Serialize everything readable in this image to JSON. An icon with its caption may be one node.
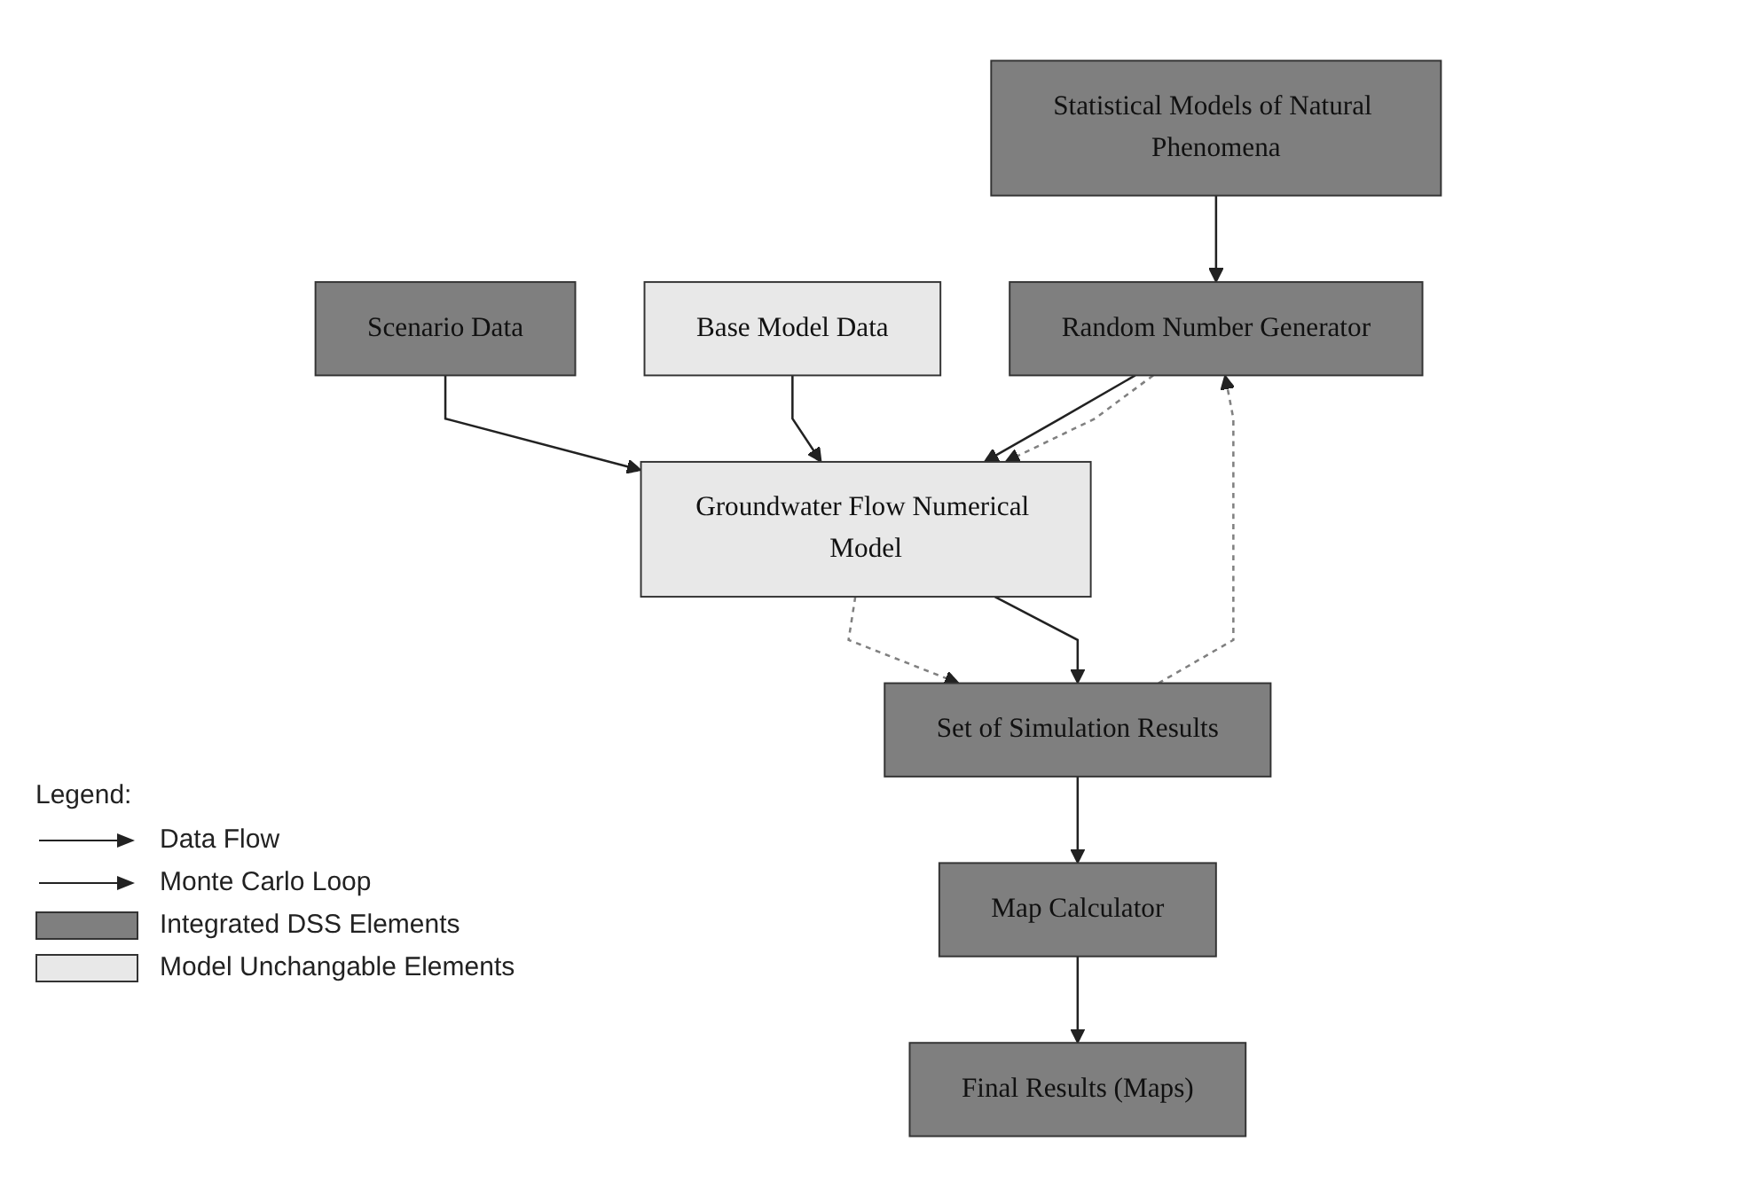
{
  "diagram": {
    "nodes": [
      {
        "text": [
          "Statistical Models of Natural Phenomena"
        ]
      },
      {
        "text": [
          "Scenario Data"
        ]
      },
      {
        "text": [
          "Base Model Data"
        ]
      },
      {
        "text": [
          "Random Number Generator"
        ]
      },
      {
        "text": [
          "Groundwater Flow Numerical Model"
        ]
      },
      {
        "text": [
          "Set of Simulation Results"
        ]
      },
      {
        "text": [
          "Map Calculator"
        ]
      },
      {
        "text": [
          "Final Results (Maps)"
        ]
      }
    ],
    "edges": [
      {
        "from": 0,
        "to": 3,
        "arrow": "to"
      },
      {
        "from": 1,
        "to": 4,
        "arrow": "to"
      },
      {
        "from": 2,
        "to": 4,
        "arrow": "to"
      },
      {
        "from": 3,
        "to": 4,
        "arrow": "to"
      },
      {
        "from": 3,
        "to": 4,
        "arrow": "to",
        "style": "dashed",
        "color": "#808080"
      },
      {
        "from": 4,
        "to": 5,
        "arrow": "to",
        "style": "dashed",
        "color": "#808080"
      },
      {
        "from": 4,
        "to": 5,
        "arrow": "to"
      },
      {
        "from": 5,
        "to": 3,
        "arrow": "to",
        "style": "dashed",
        "color": "#808080"
      },
      {
        "from": 5,
        "to": 6,
        "arrow": "to"
      },
      {
        "from": 6,
        "to": 7,
        "arrow": "to"
      }
    ],
    "labels": [
      "Legend:"
    ],
    "legend": [
      {
        "text": "Data Flow"
      },
      {
        "text": "Monte Carlo Loop"
      },
      {
        "text": "Integrated DSS Elements",
        "color": "#7f7f7f"
      },
      {
        "text": "Model Unchangable Elements",
        "color": "#e8e8e8"
      }
    ]
  }
}
